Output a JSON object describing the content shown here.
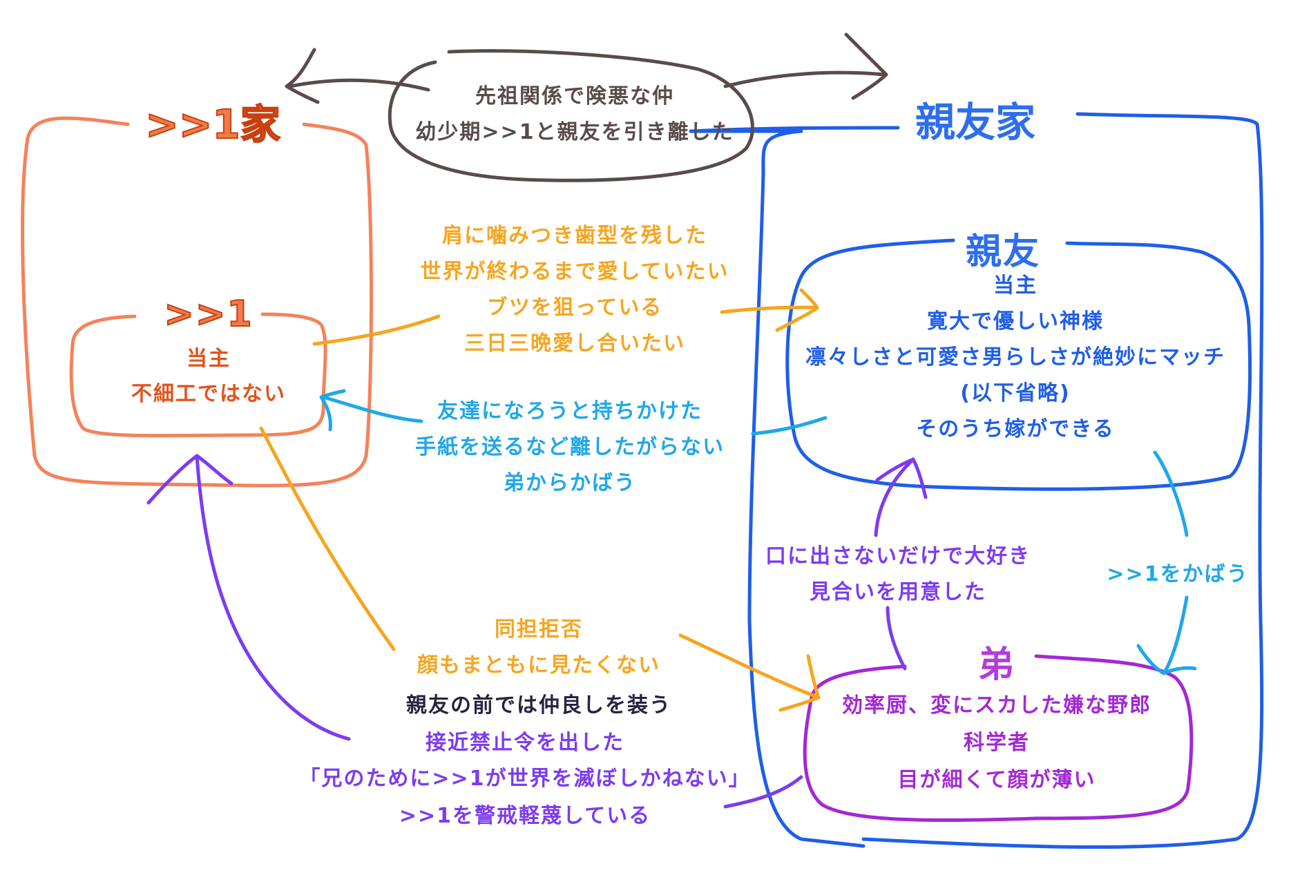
{
  "colors": {
    "orange_family": "#f4825a",
    "blue_family": "#1f5ee8",
    "gray": "#5a4b4b",
    "yellow": "#f7a51f",
    "light_blue": "#1fa7ea",
    "violet": "#7c3cf0",
    "purple": "#a328d6"
  },
  "top_note": {
    "lines": [
      "先祖関係で険悪な仲",
      "幼少期>>1と親友を引き離した"
    ]
  },
  "family_left": {
    "title": ">>1家"
  },
  "family_right": {
    "title": "親友家"
  },
  "node_1": {
    "name": ">>1",
    "lines": [
      "当主",
      "不細工ではない"
    ]
  },
  "node_friend": {
    "name": "親友",
    "lines": [
      "当主",
      "寛大で優しい神様",
      "凛々しさと可愛さ男らしさが絶妙にマッチ",
      "(以下省略)",
      "そのうち嫁ができる"
    ]
  },
  "node_brother": {
    "name": "弟",
    "lines": [
      "効率厨、変にスカした嫌な野郎",
      "科学者",
      "目が細くて顔が薄い"
    ]
  },
  "edges": {
    "one_to_friend": [
      "肩に噛みつき歯型を残した",
      "世界が終わるまで愛していたい",
      "ブツを狙っている",
      "三日三晩愛し合いたい"
    ],
    "friend_to_one": [
      "友達になろうと持ちかけた",
      "手紙を送るなど離したがらない",
      "弟からかばう"
    ],
    "one_to_brother": [
      "同担拒否",
      "顔もまともに見たくない"
    ],
    "brother_to_one_dark": "親友の前では仲良しを装う",
    "brother_to_one": [
      "接近禁止令を出した",
      "「兄のために>>1が世界を滅ぼしかねない」",
      ">>1を警戒軽蔑している"
    ],
    "brother_to_friend": [
      "口に出さないだけで大好き",
      "見合いを用意した"
    ],
    "friend_to_brother": ">>1をかばう"
  }
}
